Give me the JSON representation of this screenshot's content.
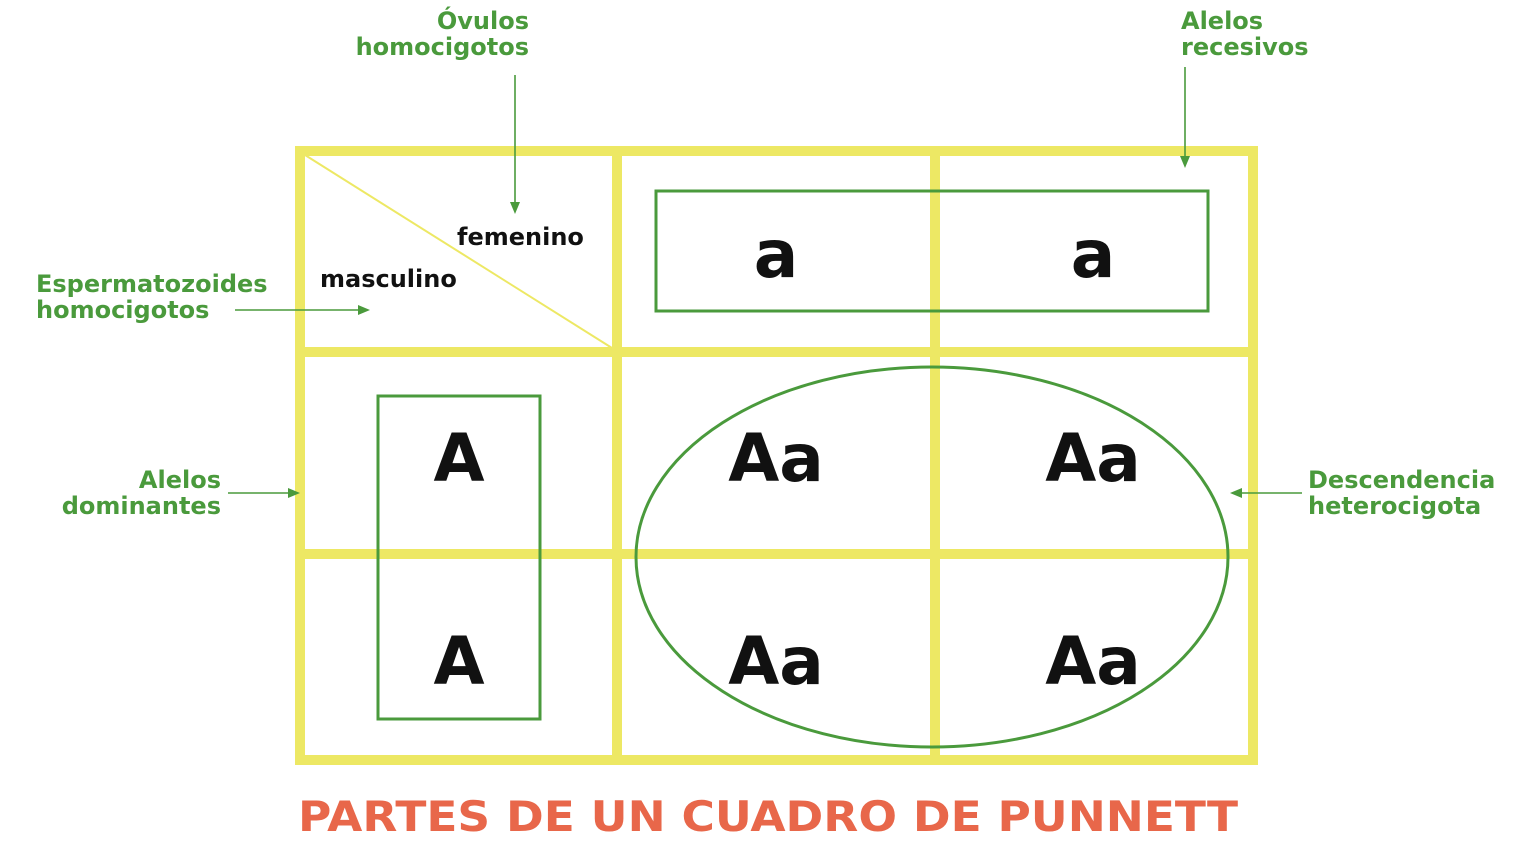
{
  "diagram": {
    "title": "PARTES DE UN CUADRO DE PUNNETT",
    "corner": {
      "female_label": "femenino",
      "male_label": "masculino"
    },
    "female_alleles": [
      "a",
      "a"
    ],
    "male_alleles": [
      "A",
      "A"
    ],
    "offspring": [
      [
        "Aa",
        "Aa"
      ],
      [
        "Aa",
        "Aa"
      ]
    ],
    "annotations": {
      "ovules": {
        "line1": "Óvulos",
        "line2": "homocigotos"
      },
      "recessive": {
        "line1": "Alelos",
        "line2": "recesivos"
      },
      "sperm": {
        "line1": "Espermatozoides",
        "line2": "homocigotos"
      },
      "dominant": {
        "line1": "Alelos",
        "line2": "dominantes"
      },
      "offspring": {
        "line1": "Descendencia",
        "line2": "heterocigota"
      }
    },
    "colors": {
      "grid": "#ede864",
      "annotation": "#4a9a3c",
      "title": "#e8674a",
      "text": "#111111"
    }
  }
}
